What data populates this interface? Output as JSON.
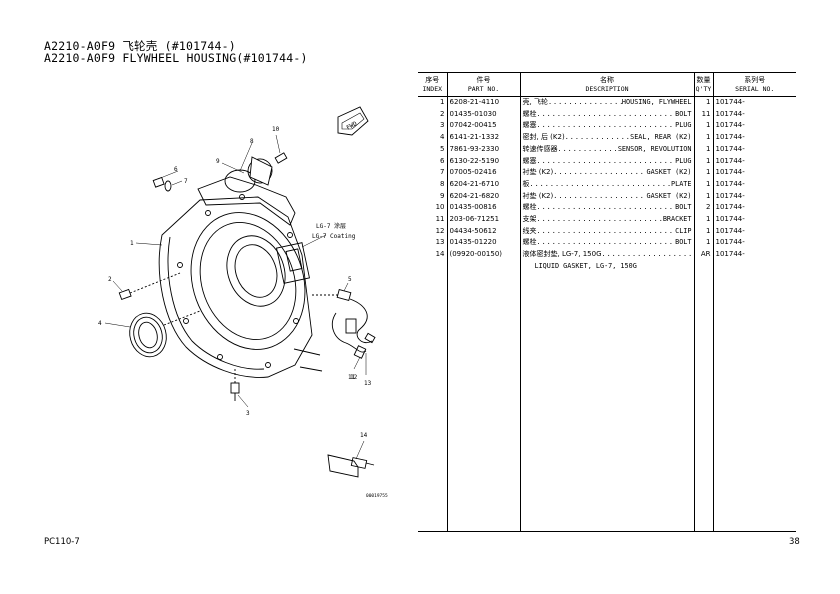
{
  "header": {
    "title_cn": "A2210-A0F9 飞轮壳 (#101744-)",
    "title_en": "A2210-A0F9 FLYWHEEL HOUSING(#101744-)"
  },
  "table": {
    "headers": {
      "index_cn": "序号",
      "index_en": "INDEX",
      "part_cn": "件号",
      "part_en": "PART NO.",
      "desc_cn": "名称",
      "desc_en": "DESCRIPTION",
      "qty_cn": "数量",
      "qty_en": "Q'TY",
      "serial_cn": "系列号",
      "serial_en": "SERIAL NO."
    },
    "rows": [
      {
        "index": "1",
        "part_no": "6208-21-4110",
        "desc_cn": "壳, 飞轮",
        "desc_en": "HOUSING, FLYWHEEL",
        "qty": "1",
        "serial": "101744-"
      },
      {
        "index": "2",
        "part_no": "01435-01030",
        "desc_cn": "螺栓",
        "desc_en": "BOLT",
        "qty": "11",
        "serial": "101744-"
      },
      {
        "index": "3",
        "part_no": "07042-00415",
        "desc_cn": "螺塞",
        "desc_en": "PLUG",
        "qty": "1",
        "serial": "101744-"
      },
      {
        "index": "4",
        "part_no": "6141-21-1332",
        "desc_cn": "密封, 后 (K2)",
        "desc_en": "SEAL, REAR (K2)",
        "qty": "1",
        "serial": "101744-"
      },
      {
        "index": "5",
        "part_no": "7861-93-2330",
        "desc_cn": "转速传感器",
        "desc_en": "SENSOR, REVOLUTION",
        "qty": "1",
        "serial": "101744-"
      },
      {
        "index": "6",
        "part_no": "6130-22-5190",
        "desc_cn": "螺塞",
        "desc_en": "PLUG",
        "qty": "1",
        "serial": "101744-"
      },
      {
        "index": "7",
        "part_no": "07005-02416",
        "desc_cn": "衬垫 (K2)",
        "desc_en": "GASKET (K2)",
        "qty": "1",
        "serial": "101744-"
      },
      {
        "index": "8",
        "part_no": "6204-21-6710",
        "desc_cn": "板",
        "desc_en": "PLATE",
        "qty": "1",
        "serial": "101744-"
      },
      {
        "index": "9",
        "part_no": "6204-21-6820",
        "desc_cn": "衬垫 (K2)",
        "desc_en": "GASKET (K2)",
        "qty": "1",
        "serial": "101744-"
      },
      {
        "index": "10",
        "part_no": "01435-00816",
        "desc_cn": "螺栓",
        "desc_en": "BOLT",
        "qty": "2",
        "serial": "101744-"
      },
      {
        "index": "11",
        "part_no": "203-06-71251",
        "desc_cn": "支架",
        "desc_en": "BRACKET",
        "qty": "1",
        "serial": "101744-"
      },
      {
        "index": "12",
        "part_no": "04434-50612",
        "desc_cn": "线夹",
        "desc_en": "CLIP",
        "qty": "1",
        "serial": "101744-"
      },
      {
        "index": "13",
        "part_no": "01435-01220",
        "desc_cn": "螺栓",
        "desc_en": "BOLT",
        "qty": "1",
        "serial": "101744-"
      },
      {
        "index": "14",
        "part_no": "(09920-00150)",
        "desc_cn": "液体密封垫, LG-7, 150G",
        "desc_en": "",
        "desc_line2": "LIQUID GASKET, LG-7, 150G",
        "qty": "AR",
        "serial": "101744-"
      }
    ]
  },
  "diagram": {
    "callouts": [
      "1",
      "2",
      "3",
      "4",
      "5",
      "6",
      "7",
      "8",
      "9",
      "10",
      "11",
      "12",
      "13",
      "14"
    ],
    "note_cn": "LG-7 涂层",
    "note_en": "LG-7 Coating",
    "fwd_label": "FWD",
    "drawing_id": "00019755"
  },
  "footer": {
    "model": "PC110-7",
    "page": "38"
  }
}
